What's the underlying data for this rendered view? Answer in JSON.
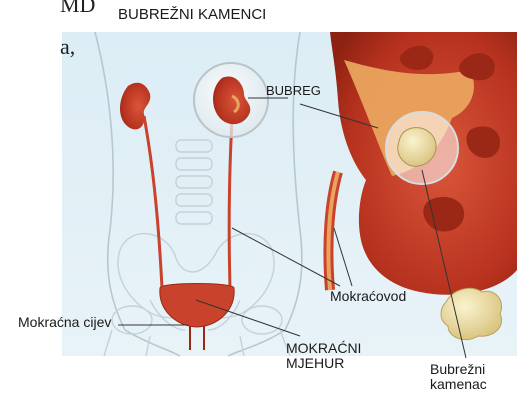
{
  "page_fragments": {
    "top_left": "MD",
    "left_line": "a,"
  },
  "diagram": {
    "title": "BUBREŽNI KAMENCI",
    "labels": {
      "kidney": "BUBREG",
      "ureter": "Mokraćovod",
      "urethra": "Mokraćna cijev",
      "bladder_line1": "MOKRAĆNI",
      "bladder_line2": "MJEHUR",
      "stone_line1": "Bubrežni",
      "stone_line2": "kamenac"
    }
  },
  "colors": {
    "background": "#d9ebf3",
    "kidney": "#b8331f",
    "kidney_cortex": "#c9432c",
    "pelvis": "#e9a45e",
    "stone": "#f0e2a8",
    "pointer": "#333333"
  }
}
